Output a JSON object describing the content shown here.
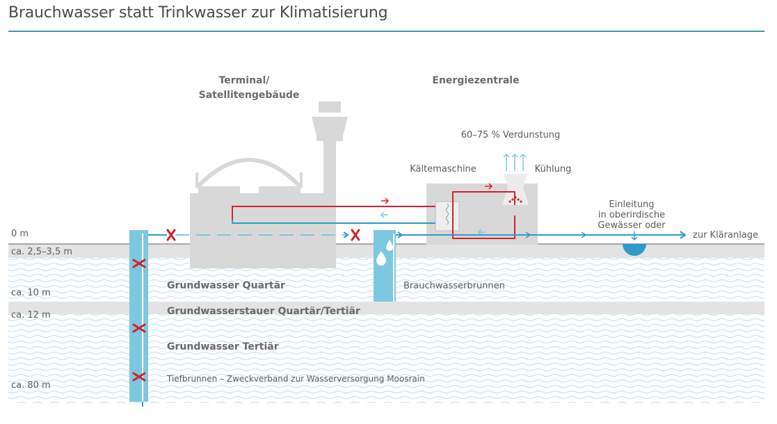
{
  "title": "Brauchwasser statt Trinkwasser zur Klimatisierung",
  "colors": {
    "accent": "#3f98ab",
    "water_blue": "#2e9bc9",
    "well_blue": "#7cc8e0",
    "red": "#d4202f",
    "building_grey": "#d8d8d8",
    "layer_grey": "#e3e3e3"
  },
  "depths": {
    "surface": "0 m",
    "d1": "ca. 2,5–3,5 m",
    "d2": "ca. 10 m",
    "d3": "ca. 12 m",
    "d4": "ca. 80 m"
  },
  "buildings": {
    "terminal_line1": "Terminal/",
    "terminal_line2": "Satellitengebäude",
    "energy": "Energiezentrale"
  },
  "labels": {
    "evaporation": "60–75 % Verdunstung",
    "chiller": "Kältemaschine",
    "cooling": "Kühlung",
    "discharge_line1": "Einleitung",
    "discharge_line2": "in oberirdische",
    "discharge_line3": "Gewässer oder",
    "treatment_plant": "zur Kläranlage",
    "service_well": "Brauchwasserbrunnen",
    "groundwater_quaternary": "Grundwasser Quartär",
    "aquitard": "Grundwasserstauer Quartär/Tertiär",
    "groundwater_tertiary": "Grundwasser Tertiär",
    "deep_well": "Tiefbrunnen – Zweckverband zur Wasserversorgung Moosrain"
  },
  "icons": {
    "blocked": "red-x-icon",
    "droplet": "water-drop-icon",
    "arrow": "arrow-icon"
  }
}
